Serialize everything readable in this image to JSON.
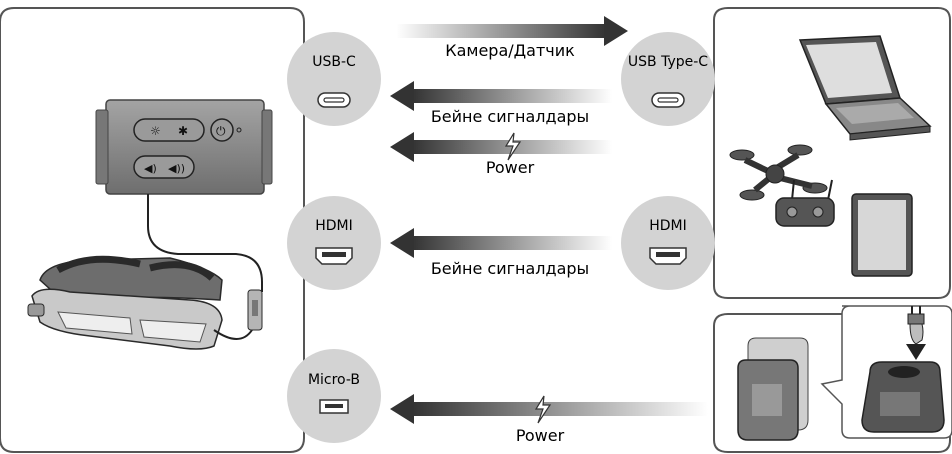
{
  "ports": {
    "left_usbc": "USB-C",
    "right_usbc": "USB Type-C",
    "left_hdmi": "HDMI",
    "right_hdmi": "HDMI",
    "micro_b": "Micro-B"
  },
  "signals": {
    "camera_sensor": "Камера/Датчик",
    "video_signal_1": "Бейне сигналдары",
    "power_1": "Power",
    "video_signal_2": "Бейне сигналдары",
    "power_2": "Power"
  },
  "colors": {
    "arrow_dark": "#333333",
    "port_circle": "#d3d3d3",
    "panel_border": "#555555",
    "controller_body": "#8a8a8a"
  },
  "icons": [
    "usb-c-port-icon",
    "hdmi-port-icon",
    "micro-b-port-icon",
    "power-bolt-icon",
    "laptop-icon",
    "drone-icon",
    "remote-controller-icon",
    "tablet-icon",
    "ac-adapter-icon",
    "plug-icon",
    "smart-glasses-icon",
    "controller-box-icon"
  ]
}
